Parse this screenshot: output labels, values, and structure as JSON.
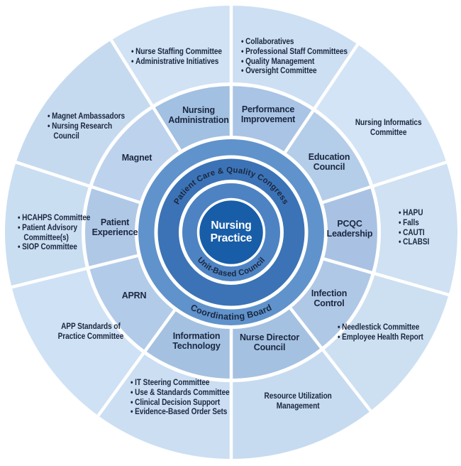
{
  "center": {
    "label": "Nursing Practice"
  },
  "rings": {
    "congress_label": "Patient Care & Quality Congress",
    "unit_based_label": "Unit-Based Council",
    "coordinating_label": "Coordinating Board"
  },
  "sectors": [
    {
      "council": "Performance Improvement",
      "committees": [
        "Collaboratives",
        "Professional Staff Committees",
        "Quality Management",
        "Oversight Committee"
      ]
    },
    {
      "council": "Education Council",
      "committee_label": "Nursing Informatics Committee"
    },
    {
      "council": "PCQC Leadership",
      "committees": [
        "HAPU",
        "Falls",
        "CAUTI",
        "CLABSI"
      ]
    },
    {
      "council": "Infection Control",
      "committees": [
        "Needlestick Committee",
        "Employee Health Report"
      ]
    },
    {
      "council": "Nurse Director Council",
      "committee_label": "Resource Utilization Management"
    },
    {
      "council": "Information Technology",
      "committees": [
        "IT Steering Committee",
        "Use & Standards Committee",
        "Clinical Decision Support",
        "Evidence-Based Order Sets"
      ]
    },
    {
      "council": "APRN",
      "committee_label": "APP Standards of Practice Committee"
    },
    {
      "council": "Patient Experience",
      "committees": [
        "HCAHPS Committee",
        "Patient Advisory Committee(s)",
        "SIOP Committee"
      ]
    },
    {
      "council": "Magnet",
      "committees": [
        "Magnet Ambassadors",
        "Nursing Research Council"
      ]
    },
    {
      "council": "Nursing Administration",
      "committees": [
        "Nurse Staffing Committee",
        "Administrative Initiatives"
      ]
    }
  ],
  "colors": {
    "center_circle": "#185da7",
    "unit_based_ring": "#4d83c3",
    "congress_ring": "#3b73b6",
    "coordinating_ring": "#6093cb",
    "middle_ring": "#aac5e5",
    "outer_ring": "#cde0f3",
    "text": "#1b2740",
    "center_text": "#ffffff"
  }
}
